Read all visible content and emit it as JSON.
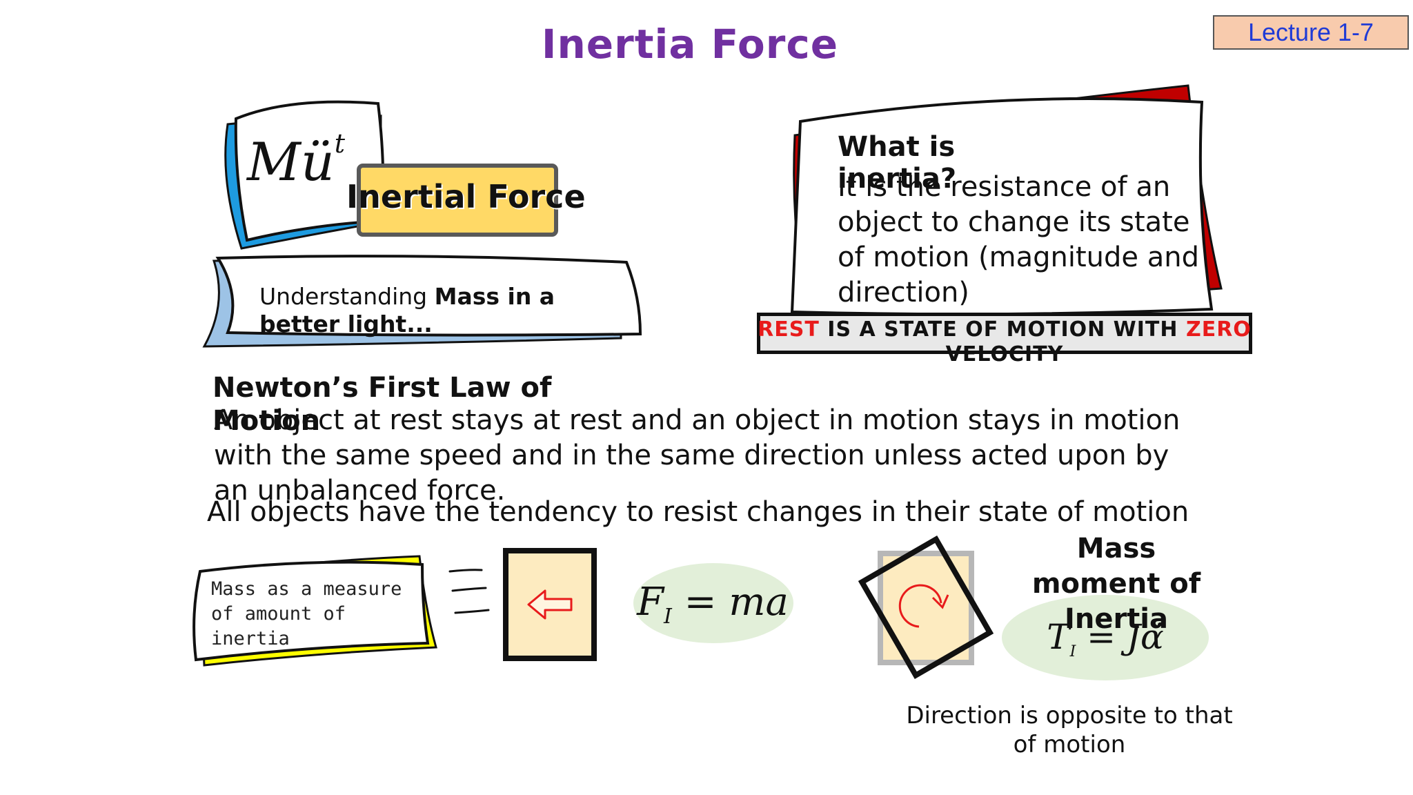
{
  "title": "Inertia Force",
  "lecture_badge": "Lecture 1-7",
  "card_inertial": {
    "symbol_base": "Mü",
    "symbol_sup": "t",
    "label": "Inertial Force"
  },
  "card_understanding": {
    "prefix": "Understanding ",
    "bold": "Mass in a better light..."
  },
  "card_what_is": {
    "title": "What is inertia?",
    "body": "It is the resistance of an object to change its state of motion (magnitude and direction)"
  },
  "rest_statement": {
    "red_1": "REST",
    "mid": " IS A STATE OF MOTION WITH ",
    "red_2": "ZERO",
    "end": " VELOCITY"
  },
  "newton": {
    "title": "Newton’s First Law of Motion",
    "body": "An object at rest stays at rest and an object in motion stays in motion with the same speed and in the same direction unless acted upon by an unbalanced force."
  },
  "tendency_text": "All objects have the tendency to resist changes in their state of motion",
  "mass_measure": "Mass as a measure of amount of inertia",
  "eq_force": {
    "lhs": "F",
    "sub": "I",
    "rhs": " = ma"
  },
  "mass_moment_title": "Mass moment of Inertia",
  "eq_torque": {
    "lhs": "T",
    "sub": "I",
    "rhs": " = Jα̈"
  },
  "direction_note": "Direction is opposite to that of motion",
  "colors": {
    "title_purple": "#7030a0",
    "badge_bg": "#f8cbad",
    "badge_text": "#1f3bd6",
    "accent_red": "#e81b1b",
    "label_yellow": "#ffd966",
    "card_blue": "#9dc3e6",
    "card_yellow": "#ffff00",
    "eq_green": "#e2efd9"
  },
  "icons": [
    "arrow-left-icon",
    "rotate-clockwise-icon",
    "speed-lines-icon"
  ]
}
